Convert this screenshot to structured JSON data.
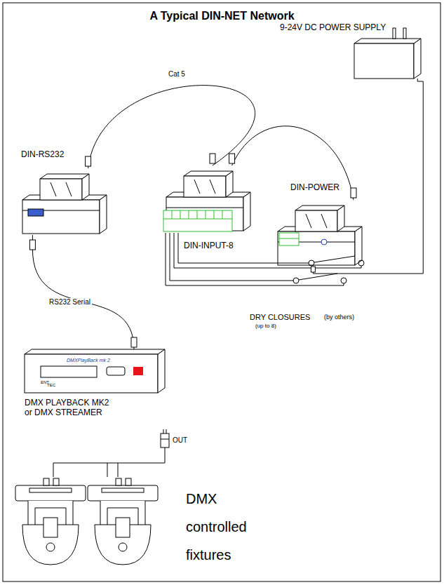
{
  "diagram": {
    "title": "A Typical  DIN-NET Network",
    "nodes": [
      {
        "text": [
          "DIN-RS232"
        ]
      },
      {
        "text": [
          "DIN-INPUT-8"
        ]
      },
      {
        "text": [
          "DIN-POWER"
        ]
      },
      {
        "text": [
          "9-24V DC POWER SUPPLY"
        ]
      },
      {
        "text": [
          "DMXPlayBack mk 2",
          "ENT",
          "TEC",
          "DMX PLAYBACK MK2 or DMX STREAMER"
        ]
      }
    ],
    "edges": [
      {
        "from": 0,
        "to": 1,
        "arrow": "none",
        "label": "Cat 5"
      },
      {
        "from": 1,
        "to": 2,
        "arrow": "none"
      },
      {
        "from": 3,
        "to": 2,
        "arrow": "none"
      },
      {
        "from": 0,
        "to": 4,
        "arrow": "none",
        "label": "RS232 Serial"
      }
    ],
    "labels": [
      "OUT",
      "DRY CLOSURES",
      "(by others)",
      "(up to 8)",
      "DMX",
      "controlled",
      "fixtures"
    ]
  }
}
